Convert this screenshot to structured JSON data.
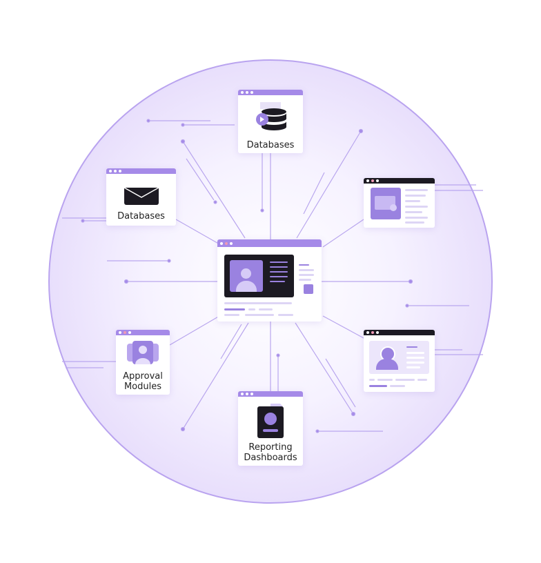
{
  "nodes": {
    "top": {
      "label": "Databases",
      "icon": "database-icon"
    },
    "left": {
      "label": "Databases",
      "icon": "tray-icon"
    },
    "approval": {
      "label": "Approval Modules",
      "icon": "users-icon"
    },
    "reporting": {
      "label": "Reporting Dashboards",
      "icon": "profile-card-icon"
    }
  },
  "colors": {
    "accent": "#a58ae8",
    "dark": "#1c1a22",
    "ring": "#b9a3ef"
  }
}
